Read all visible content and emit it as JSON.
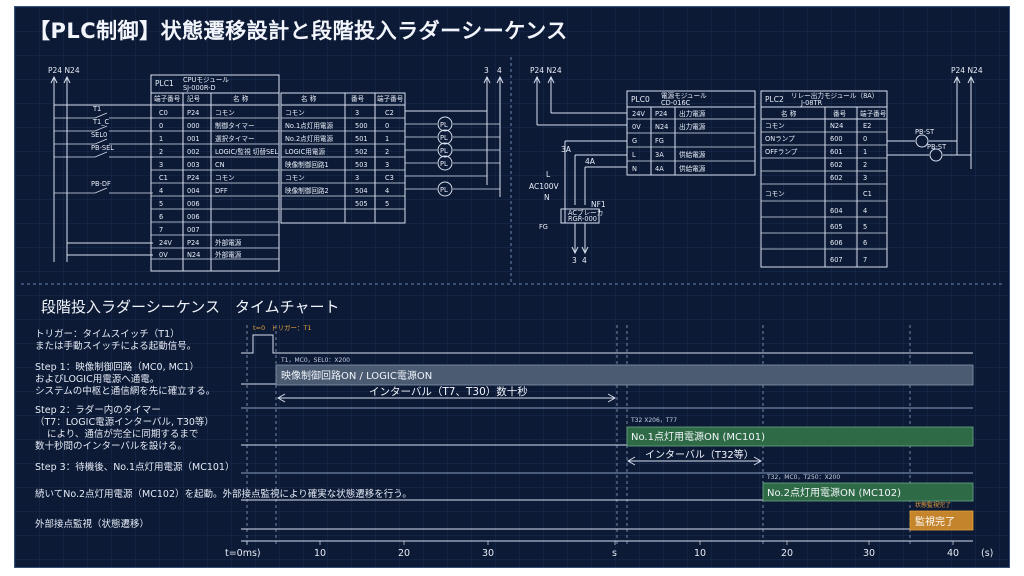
{
  "title": "【PLC制御】状態遷移設計と段階投入ラダーシーケンス",
  "labels": {
    "p24_n24_left": "P24 N24",
    "p24_n24_mid": "P24 N24",
    "p24_n24_right": "P24 N24",
    "term3": "3",
    "term4": "4",
    "ac_L": "L",
    "ac_v": "AC100V",
    "ac_N": "N",
    "w3a": "3A",
    "w4a": "4A",
    "nf1": "NF1",
    "breaker": "ACブレーカ",
    "breaker_model": "RGR-000",
    "fg": "FG",
    "bottom3": "3",
    "bottom4": "4"
  },
  "plc1": {
    "name": "PLC1",
    "subtitle": "CPUモジュール",
    "model": "SJ-000R-D",
    "headers": [
      "端子番号",
      "記号",
      "名 称"
    ],
    "rows": [
      [
        "C0",
        "P24",
        "コモン"
      ],
      [
        "0",
        "000",
        "制御タイマー"
      ],
      [
        "1",
        "001",
        "選択タイマー"
      ],
      [
        "2",
        "002",
        "LOGIC/監視 切替SEL"
      ],
      [
        "3",
        "003",
        "CN"
      ],
      [
        "C1",
        "P24",
        "コモン"
      ],
      [
        "4",
        "004",
        "DFF"
      ],
      [
        "5",
        "006",
        ""
      ],
      [
        "6",
        "006",
        ""
      ],
      [
        "7",
        "007",
        ""
      ],
      [
        "24V",
        "P24",
        "外部電源"
      ],
      [
        "0V",
        "N24",
        "外部電源"
      ]
    ],
    "out_headers": [
      "名 称",
      "番号",
      "端子番号"
    ],
    "out_rows": [
      [
        "コモン",
        "3",
        "C2"
      ],
      [
        "No.1点灯用電源",
        "500",
        "0"
      ],
      [
        "No.2点灯用電源",
        "501",
        "1"
      ],
      [
        "LOGIC用電源",
        "502",
        "2"
      ],
      [
        "映像制御回路1",
        "503",
        "3"
      ],
      [
        "コモン",
        "3",
        "C3"
      ],
      [
        "映像制御回路2",
        "504",
        "4"
      ],
      [
        "",
        "505",
        "5"
      ]
    ]
  },
  "inputs": [
    "T1",
    "T1_C",
    "SEL0",
    "PB-SEL",
    "PB-DF"
  ],
  "lamps": [
    "PL",
    "PL",
    "PL",
    "PL",
    "PL"
  ],
  "plc0": {
    "name": "PLC0",
    "subtitle": "電源モジュール",
    "model": "CD-016C",
    "rows": [
      [
        "24V",
        "P24",
        "出力電源"
      ],
      [
        "0V",
        "N24",
        "出力電源"
      ],
      [
        "G",
        "FG",
        ""
      ],
      [
        "L",
        "3A",
        "供給電源"
      ],
      [
        "N",
        "4A",
        "供給電源"
      ]
    ]
  },
  "plc2": {
    "name": "PLC2",
    "subtitle": "リレー出力モジュール（8A）",
    "model": "J-08TR",
    "headers": [
      "名 称",
      "番号",
      "端子番号"
    ],
    "rows": [
      [
        "コモン",
        "N24",
        "E2"
      ],
      [
        "ONランプ",
        "600",
        "0"
      ],
      [
        "OFFランプ",
        "601",
        "1"
      ],
      [
        "",
        "602",
        "2"
      ],
      [
        "",
        "602",
        "3"
      ],
      [
        "コモン",
        "",
        "C1"
      ],
      [
        "",
        "604",
        "4"
      ],
      [
        "",
        "605",
        "5"
      ],
      [
        "",
        "606",
        "6"
      ],
      [
        "",
        "607",
        "7"
      ]
    ],
    "lamps": [
      "PB-ST",
      "PB-ST"
    ]
  },
  "timing": {
    "title": "段階投入ラダーシーケンス　タイムチャート",
    "row_labels": [
      "トリガー：タイムスイッチ（T1）",
      "または手動スイッチによる起動信号。",
      "Step 1：映像制御回路（MC0, MC1）",
      "およびLOGIC用電源へ通電。",
      "システムの中枢と通信網を先に確立する。",
      "Step 2：ラダー内のタイマー",
      "（T7：LOGIC電源インターバル, T30等）",
      "により、通信が完全に同期するまで",
      "数十秒間のインターバルを設ける。",
      "Step 3：待機後、No.1点灯用電源（MC101）",
      "続いてNo.2点灯用電源（MC102）を起動。外部接点監視により確実な状態遷移を行う。",
      "外部接点監視（状態遷移）"
    ],
    "t0_label": "t=0",
    "trigger_label": "トリガー：T1",
    "condition1": "T1，MC0，SEL0：X200",
    "bar1": "映像制御回路ON / LOGIC電源ON",
    "interval1": "インターバル（T7、T30）数十秒",
    "condition2": "T32  X206，T77",
    "bar2": "No.1点灯用電源ON (MC101)",
    "interval2": "インターバル（T32等）",
    "condition3": "T32，MC0，T250：X200",
    "bar3": "No.2点灯用電源ON (MC102)",
    "condition4": "状態監視完了",
    "bar4": "監視完了",
    "axis_labels": [
      "t=0ms)",
      "10",
      "20",
      "30",
      "s",
      "10",
      "20",
      "30",
      "40",
      "(s)"
    ]
  },
  "colors": {
    "background": "#0c1a36",
    "line": "#d8dfee",
    "bar_gray": "#4a5b72",
    "bar_green": "#2e6a45",
    "bar_orange": "#c4842c",
    "accent_orange": "#e8a23a"
  }
}
